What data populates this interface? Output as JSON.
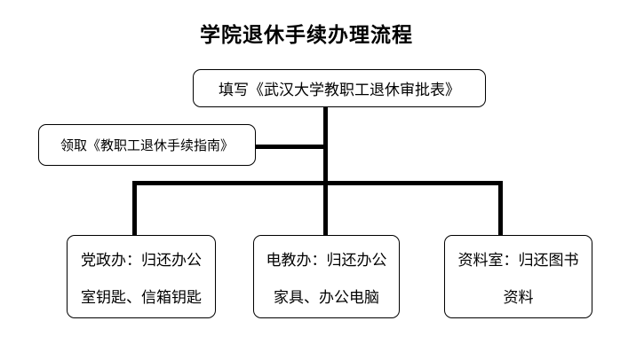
{
  "title": {
    "text": "学院退休手续办理流程"
  },
  "flowchart": {
    "line_color": "#000000",
    "border_color": "#000000",
    "background_color": "#ffffff",
    "top_box": {
      "text": "填写《武汉大学教职工退休审批表》"
    },
    "side_box": {
      "text": "领取《教职工退休手续指南》"
    },
    "bottom_boxes": [
      {
        "name": "party-admin-office",
        "lines": [
          "党政办：归还办公",
          "室钥匙、信箱钥匙"
        ]
      },
      {
        "name": "audio-visual-office",
        "lines": [
          "电教办：归还办公",
          "家具、办公电脑"
        ]
      },
      {
        "name": "reference-room",
        "lines": [
          "资料室：归还图书",
          "资料"
        ]
      }
    ]
  }
}
